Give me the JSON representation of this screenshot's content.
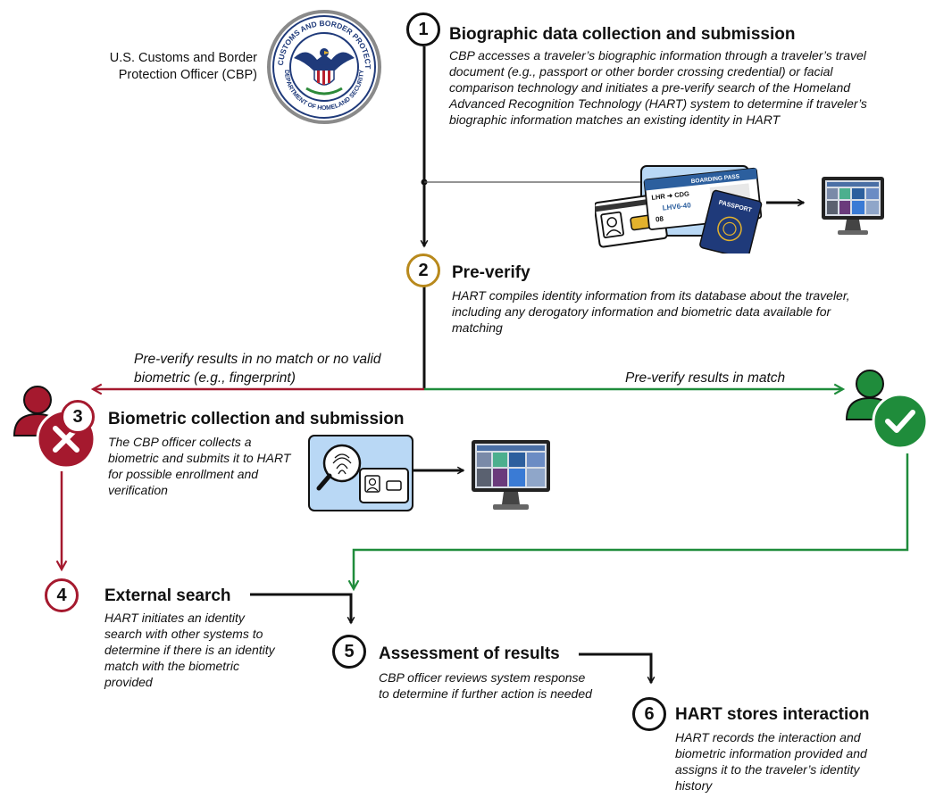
{
  "officer": {
    "label": "U.S. Customs and Border Protection Officer (CBP)",
    "seal_text_top": "U.S. CUSTOMS AND BORDER PROTECTION",
    "seal_text_bottom": "DEPARTMENT OF HOMELAND SECURITY"
  },
  "steps": [
    {
      "number": "1",
      "title": "Biographic data collection and submission",
      "description": "CBP accesses a traveler’s biographic information through a traveler’s travel document (e.g., passport or other border crossing credential) or facial comparison technology and initiates a pre-verify search of the Homeland Advanced Recognition Technology (HART) system to determine if traveler’s biographic information matches an existing identity in HART"
    },
    {
      "number": "2",
      "title": "Pre-verify",
      "description": "HART compiles identity information from its database about the traveler, including any derogatory information and biometric data available for matching"
    },
    {
      "number": "3",
      "title": "Biometric collection and submission",
      "description": "The CBP officer collects a biometric and submits it to HART for possible enrollment and verification"
    },
    {
      "number": "4",
      "title": "External search",
      "description": "HART initiates an identity search with other systems to determine if there is an identity match with the biometric provided"
    },
    {
      "number": "5",
      "title": "Assessment of results",
      "description": "CBP officer reviews system response to determine if further action is needed"
    },
    {
      "number": "6",
      "title": "HART stores interaction",
      "description": "HART records the interaction and biometric information provided and assigns it to the traveler’s identity history"
    }
  ],
  "branches": {
    "no_match": "Pre-verify results in no match or no valid biometric (e.g., fingerprint)",
    "match": "Pre-verify results in match"
  },
  "documents": {
    "boarding_pass": "BOARDING PASS",
    "passport": "PASSPORT",
    "route": "LHR ➜ CDG",
    "flight": "LHV6-40",
    "seat": "08"
  },
  "colors": {
    "red": "#a5192e",
    "green": "#1f8c3b",
    "gold": "#b8891c",
    "panel_blue": "#b9d8f5",
    "navy": "#1f3a7a"
  },
  "icons": [
    "cbp-seal-icon",
    "documents-icon",
    "monitor-icon",
    "person-no-match-icon",
    "person-match-icon",
    "fingerprint-scan-icon",
    "arrow-icon"
  ]
}
